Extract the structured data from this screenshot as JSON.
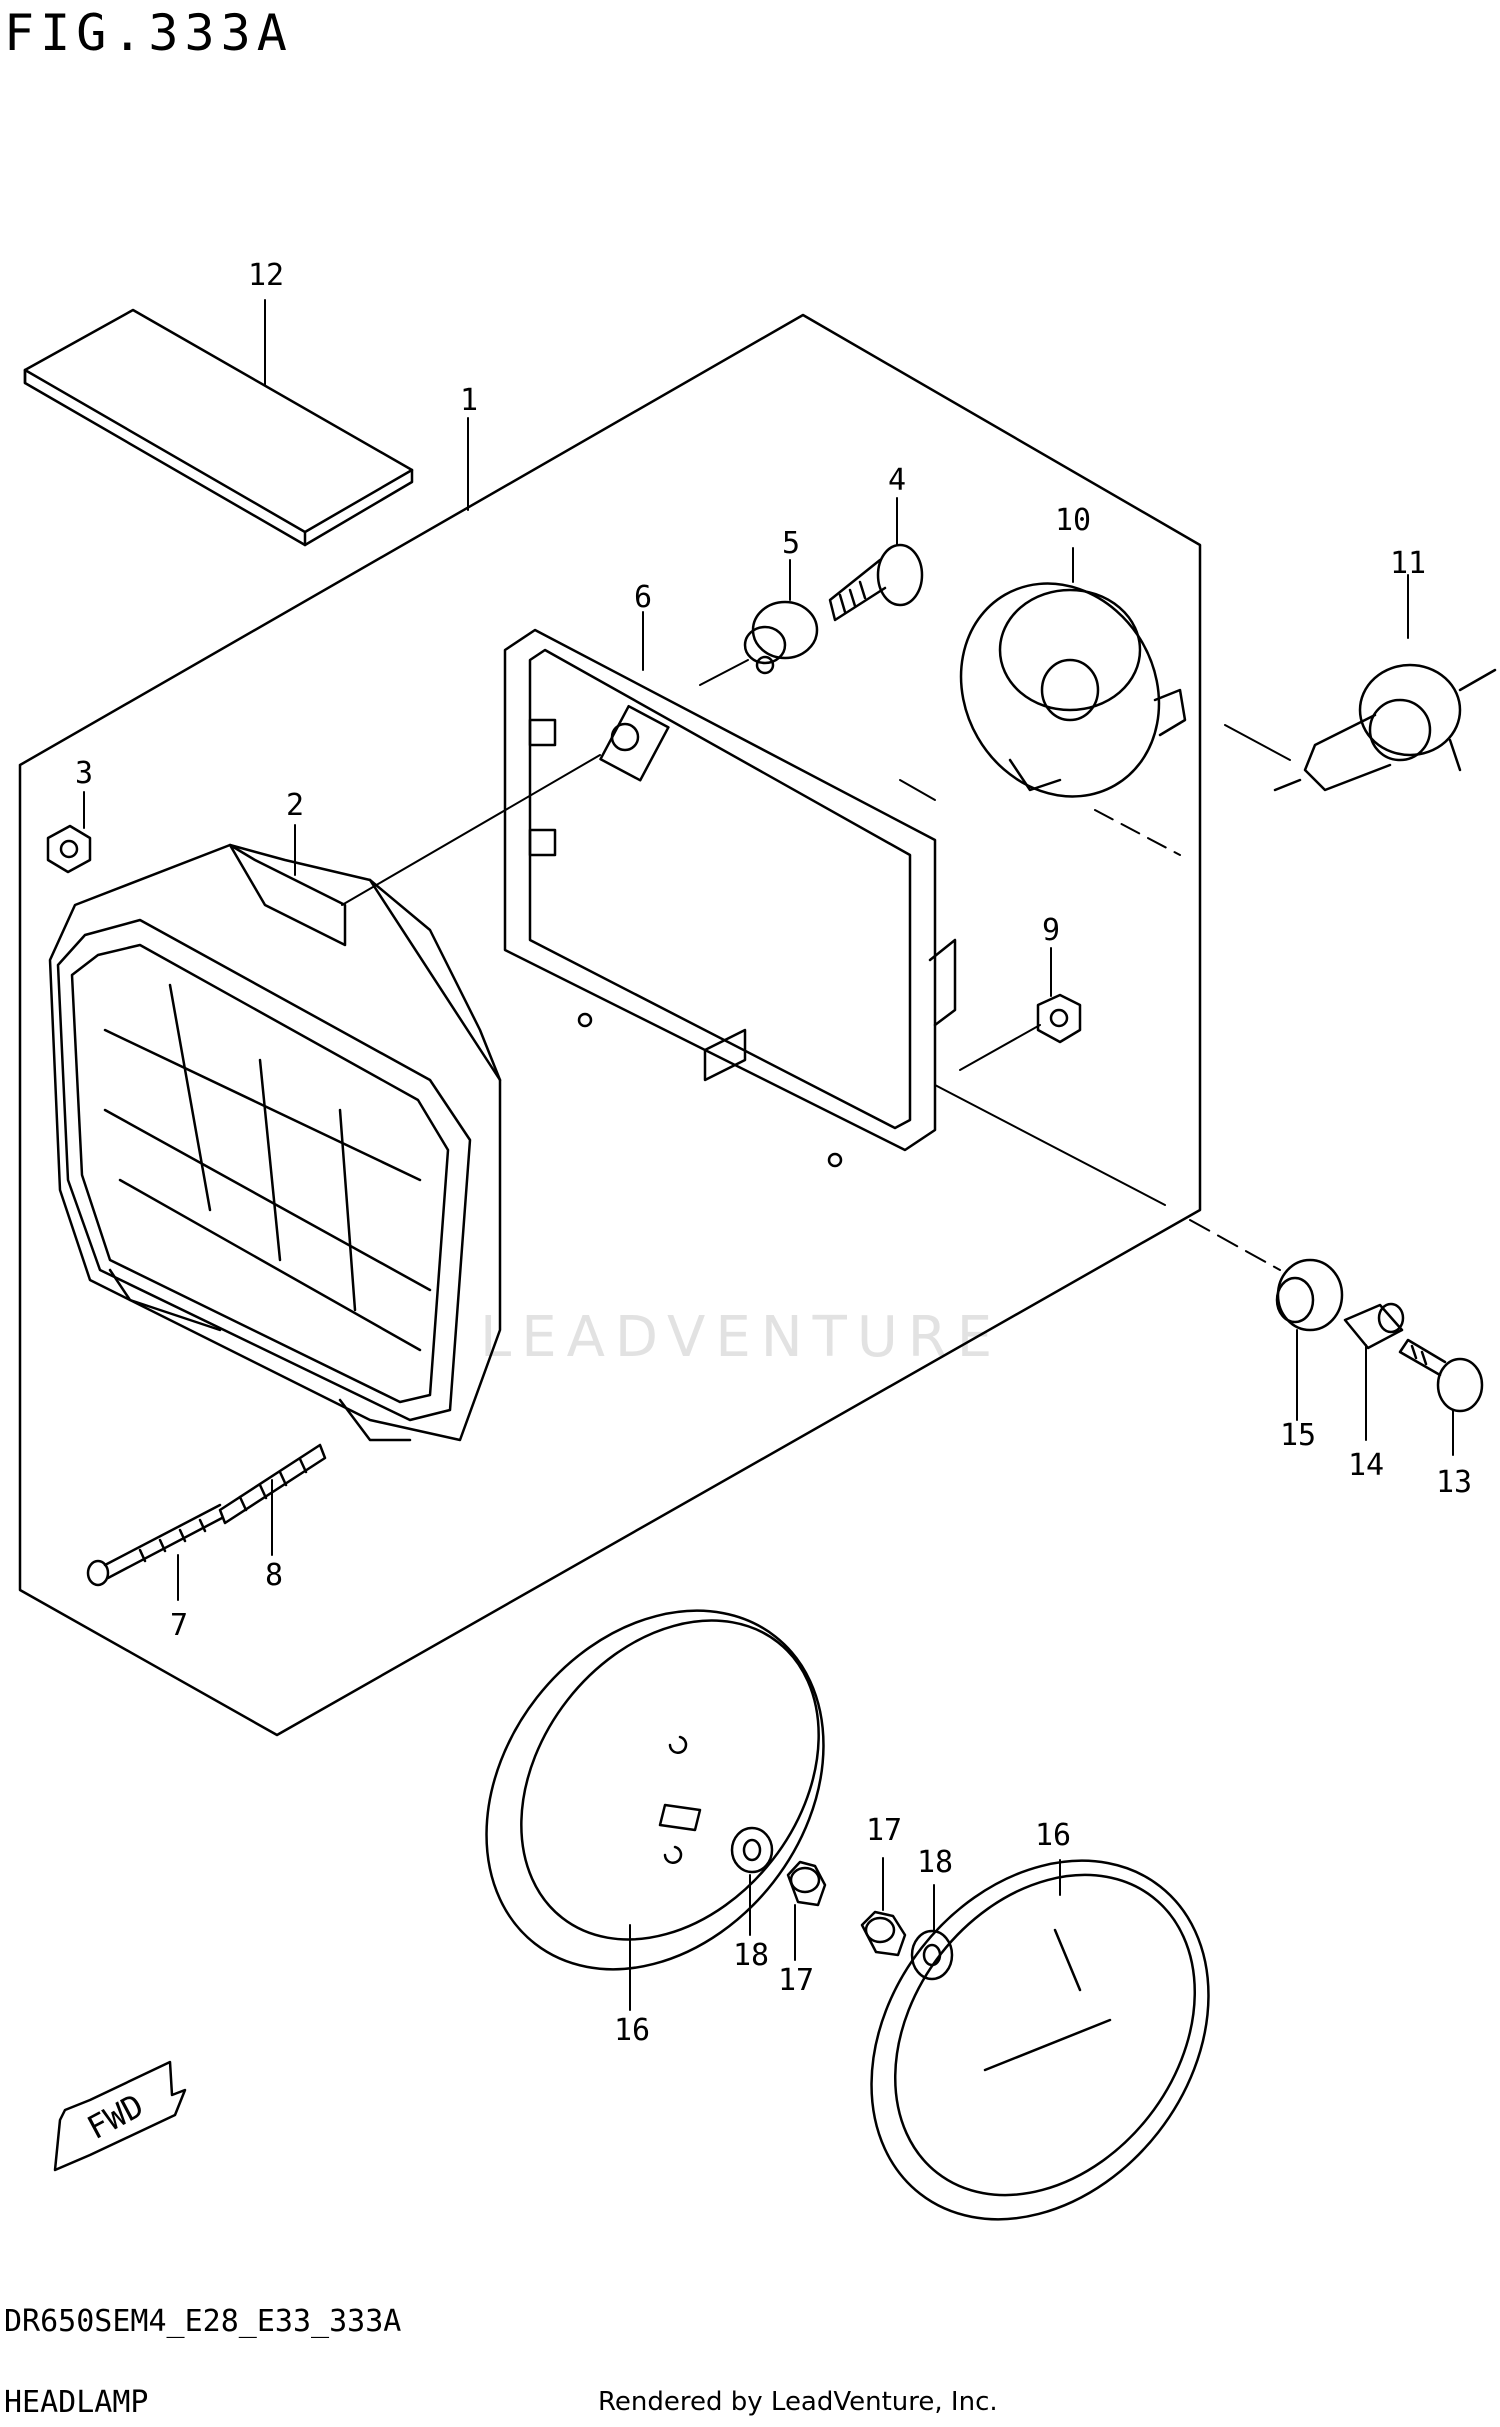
{
  "figure": {
    "title": "FIG.333A",
    "code": "DR650SEM4_E28_E33_333A",
    "name": "HEADLAMP",
    "credit": "Rendered by LeadVenture, Inc.",
    "watermark": "LEADVENTURE",
    "fwd_label": "FWD"
  },
  "callouts": [
    {
      "id": "c1",
      "label": "1"
    },
    {
      "id": "c2",
      "label": "2"
    },
    {
      "id": "c3",
      "label": "3"
    },
    {
      "id": "c4",
      "label": "4"
    },
    {
      "id": "c5",
      "label": "5"
    },
    {
      "id": "c6",
      "label": "6"
    },
    {
      "id": "c7",
      "label": "7"
    },
    {
      "id": "c8",
      "label": "8"
    },
    {
      "id": "c9",
      "label": "9"
    },
    {
      "id": "c10",
      "label": "10"
    },
    {
      "id": "c11",
      "label": "11"
    },
    {
      "id": "c12",
      "label": "12"
    },
    {
      "id": "c13",
      "label": "13"
    },
    {
      "id": "c14",
      "label": "14"
    },
    {
      "id": "c15",
      "label": "15"
    },
    {
      "id": "c16a",
      "label": "16"
    },
    {
      "id": "c16b",
      "label": "16"
    },
    {
      "id": "c17a",
      "label": "17"
    },
    {
      "id": "c17b",
      "label": "17"
    },
    {
      "id": "c18a",
      "label": "18"
    },
    {
      "id": "c18b",
      "label": "18"
    }
  ]
}
